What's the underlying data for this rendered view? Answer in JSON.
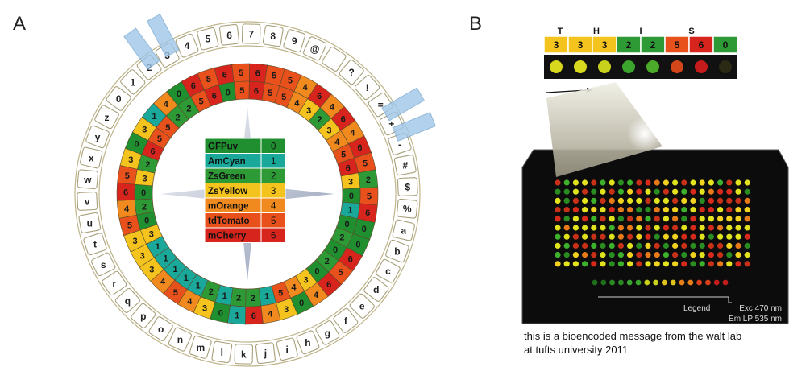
{
  "panel_a_label": "A",
  "panel_b_label": "B",
  "alphabet_ring": [
    "a",
    "b",
    "c",
    "d",
    "e",
    "f",
    "g",
    "h",
    "i",
    "j",
    "k",
    "l",
    "m",
    "n",
    "o",
    "p",
    "q",
    "r",
    "s",
    "t",
    "u",
    "v",
    "w",
    "x",
    "y",
    "z",
    "0",
    "1",
    "2",
    "3",
    "4",
    "5",
    "6",
    "7",
    "8",
    "9",
    "@",
    " ",
    "?",
    "!",
    "=",
    "+",
    "-",
    "#",
    "$",
    "%"
  ],
  "outer_code_ring": [
    "4",
    "0",
    "6",
    "5",
    "6",
    "5",
    "6",
    "5",
    "5",
    "4",
    "6",
    "4",
    "6",
    "4",
    "6",
    "5",
    "2",
    "5",
    "6",
    "0",
    "0",
    "6",
    "5",
    "6",
    "4",
    "0",
    "3",
    "4",
    "6",
    "1",
    "0",
    "3",
    "4",
    "5",
    "4",
    "3",
    "3",
    "3",
    "5",
    "4",
    "6",
    "5",
    "3",
    "0",
    "3",
    "1"
  ],
  "inner_code_ring": [
    "2",
    "2",
    "5",
    "6",
    "0",
    "5",
    "6",
    "5",
    "5",
    "4",
    "3",
    "2",
    "3",
    "4",
    "5",
    "6",
    "3",
    "0",
    "1",
    "0",
    "2",
    "0",
    "2",
    "0",
    "3",
    "4",
    "5",
    "1",
    "2",
    "2",
    "1",
    "2",
    "1",
    "1",
    "1",
    "1",
    "1",
    "3",
    "0",
    "2",
    "0",
    "3",
    "2",
    "6",
    "5",
    "5"
  ],
  "legend": [
    {
      "name": "GFPuv",
      "code": "0",
      "color": "#1f8f2f"
    },
    {
      "name": "AmCyan",
      "code": "1",
      "color": "#1aa89a"
    },
    {
      "name": "ZsGreen",
      "code": "2",
      "color": "#2e9a36"
    },
    {
      "name": "ZsYellow",
      "code": "3",
      "color": "#f4c31d"
    },
    {
      "name": "mOrange",
      "code": "4",
      "color": "#f08a1e"
    },
    {
      "name": "tdTomato",
      "code": "5",
      "color": "#e8501c"
    },
    {
      "name": "mCherry",
      "code": "6",
      "color": "#d7251d"
    }
  ],
  "header_letters": [
    "T",
    "H",
    "I",
    "S"
  ],
  "header_codes": [
    "3",
    "3",
    "3",
    "2",
    "2",
    "5",
    "6",
    "0"
  ],
  "header_code_colors": [
    "#f4c31d",
    "#f4c31d",
    "#f4c31d",
    "#2e9a36",
    "#2e9a36",
    "#e8501c",
    "#d7251d",
    "#2e9a36"
  ],
  "legend_label": "Legend",
  "exc_label": "Exc 470 nm",
  "em_label": "Em LP 535 nm",
  "caption_line1": "this is a bioencoded message from the walt lab",
  "caption_line2": "at tufts university 2011",
  "code_colors": {
    "0": "#1f8f2f",
    "1": "#1aa89a",
    "2": "#2e9a36",
    "3": "#f4c31d",
    "4": "#f08a1e",
    "5": "#e8501c",
    "6": "#d7251d"
  }
}
